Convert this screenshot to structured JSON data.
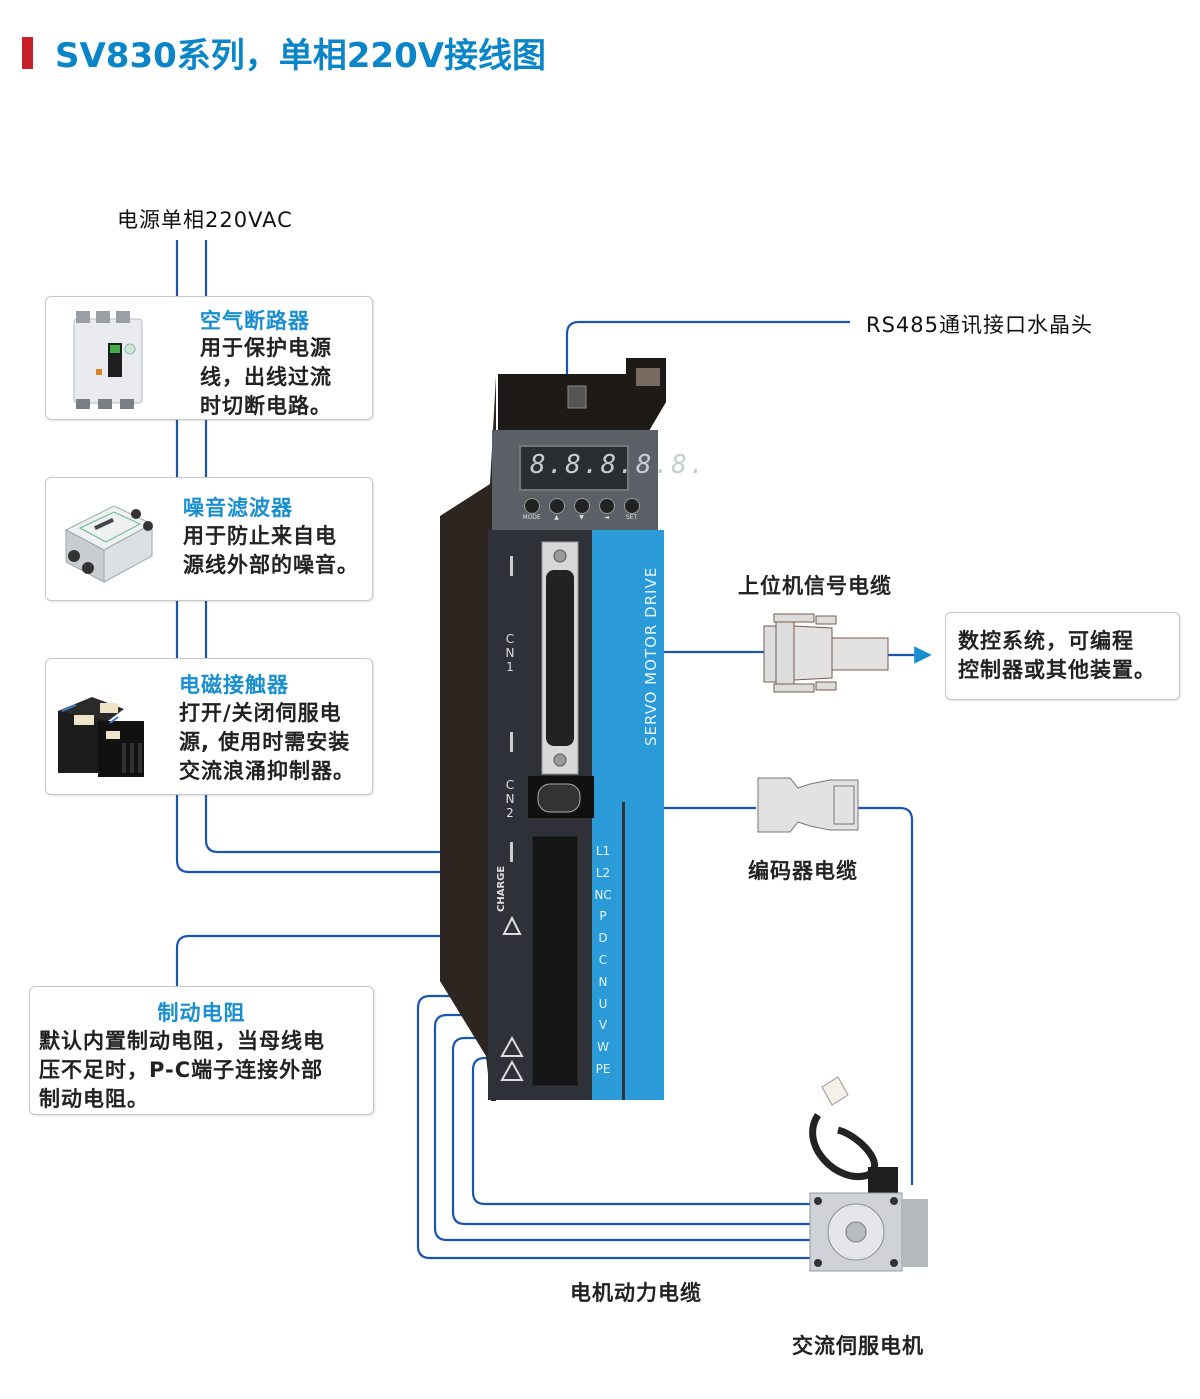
{
  "title": "SV830系列，单相220V接线图",
  "colors": {
    "title_blue": "#0a86c8",
    "accent_red": "#c8202a",
    "wire_blue": "#1a55b0",
    "drive_blue": "#2a9ad8",
    "drive_dark": "#2c3036"
  },
  "power_source": {
    "label": "电源单相220VAC"
  },
  "components_left": [
    {
      "id": "air-breaker",
      "title": "空气断路器",
      "lines": [
        "用于保护电源",
        "线，出线过流",
        "时切断电路。"
      ],
      "icon": "circuit-breaker-icon"
    },
    {
      "id": "noise-filter",
      "title": "噪音滤波器",
      "lines": [
        "用于防止来自电",
        "源线外部的噪音。"
      ],
      "icon": "noise-filter-icon"
    },
    {
      "id": "contactor",
      "title": "电磁接触器",
      "lines": [
        "打开/关闭伺服电",
        "源, 使用时需安装",
        "交流浪涌抑制器。"
      ],
      "icon": "contactor-icon"
    },
    {
      "id": "brake-resistor",
      "title": "制动电阻",
      "lines": [
        "默认内置制动电阻，当母线电",
        "压不足时，P-C端子连接外部",
        "制动电阻。"
      ]
    }
  ],
  "rs485": {
    "label": "RS485通讯接口水晶头"
  },
  "host_cable": {
    "label": "上位机信号电缆",
    "icon": "db-connector-icon"
  },
  "host_device": {
    "lines": [
      "数控系统，可编程",
      "控制器或其他装置。"
    ]
  },
  "encoder_cable": {
    "label": "编码器电缆",
    "icon": "encoder-plug-icon"
  },
  "motor_cable": {
    "label": "电机动力电缆"
  },
  "motor": {
    "label": "交流伺服电机",
    "icon": "servo-motor-icon"
  },
  "drive": {
    "display": "8.8.8.8.8.",
    "buttons": [
      "MODE",
      "▲",
      "▼",
      "◄",
      "SET"
    ],
    "side_text": "SERVO MOTOR DRIVE",
    "cn1": [
      "C",
      "N",
      "1"
    ],
    "cn2": [
      "C",
      "N",
      "2"
    ],
    "charge": "CHARGE",
    "terminals": [
      "L1",
      "L2",
      "NC",
      "P",
      "D",
      "C",
      "N",
      "U",
      "V",
      "W",
      "PE"
    ]
  }
}
